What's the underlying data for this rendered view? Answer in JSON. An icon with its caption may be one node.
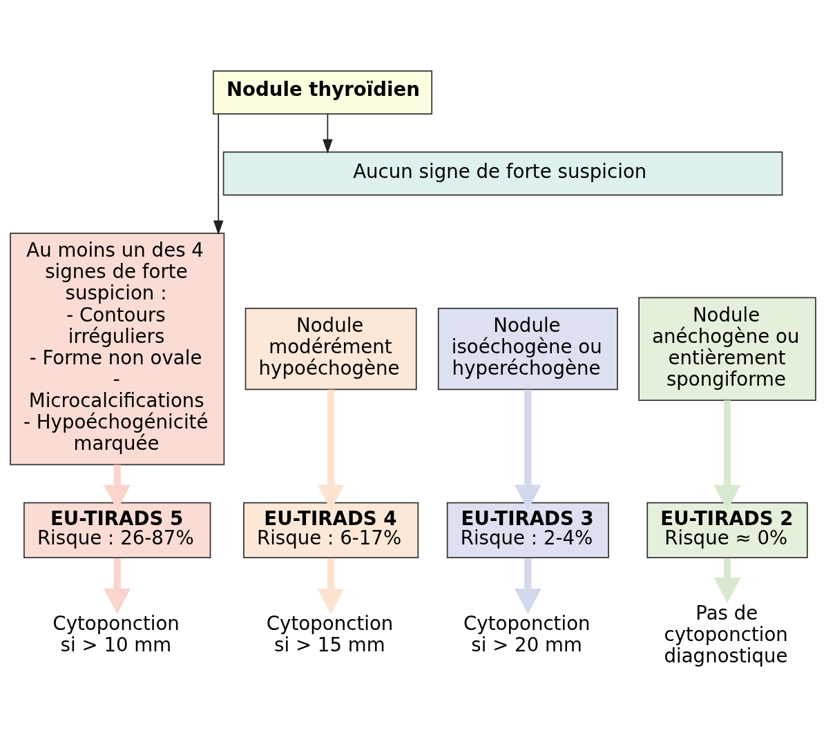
{
  "diagram": {
    "nodes": [
      {
        "text": [
          "Nodule thyroïdien"
        ]
      },
      {
        "text": [
          "Au moins un des 4 signes de forte suspicion :",
          "- Contours irréguliers",
          "- Forme non ovale",
          "- Microcalcifications",
          "- Hypoéchogénicité marquée"
        ]
      },
      {
        "text": [
          "Aucun signe de forte suspicion"
        ]
      },
      {
        "text": [
          "Nodule modérément hypoéchogène"
        ]
      },
      {
        "text": [
          "Nodule isoéchogène ou hyperéchogène"
        ]
      },
      {
        "text": [
          "Nodule anéchogène ou entièrement spongiforme"
        ]
      },
      {
        "text": [
          "EU-TIRADS 5",
          "Risque : 26-87%"
        ]
      },
      {
        "text": [
          "EU-TIRADS 4",
          "Risque : 6-17%"
        ]
      },
      {
        "text": [
          "EU-TIRADS 3",
          "Risque : 2-4%"
        ]
      },
      {
        "text": [
          "EU-TIRADS 2",
          "Risque ≈ 0%"
        ]
      },
      {
        "text": [
          "Cytoponction si > 10 mm"
        ]
      },
      {
        "text": [
          "Cytoponction si > 15 mm"
        ]
      },
      {
        "text": [
          "Cytoponction si > 20 mm"
        ]
      },
      {
        "text": [
          "Pas de cytoponction diagnostique"
        ]
      }
    ],
    "edges": [
      {
        "from": 0,
        "to": 1,
        "arrow": "to"
      },
      {
        "from": 0,
        "to": 2,
        "arrow": "to"
      },
      {
        "from": 1,
        "to": 6,
        "arrow": "to",
        "color": "#f9d5cc"
      },
      {
        "from": 3,
        "to": 7,
        "arrow": "to",
        "color": "#fde3cf"
      },
      {
        "from": 4,
        "to": 8,
        "arrow": "to",
        "color": "#d3d8ec"
      },
      {
        "from": 5,
        "to": 9,
        "arrow": "to",
        "color": "#d8e9cf"
      },
      {
        "from": 6,
        "to": 10,
        "arrow": "to",
        "color": "#f9d5cc"
      },
      {
        "from": 7,
        "to": 11,
        "arrow": "to",
        "color": "#fde3cf"
      },
      {
        "from": 8,
        "to": 12,
        "arrow": "to",
        "color": "#d3d8ec"
      },
      {
        "from": 9,
        "to": 13,
        "arrow": "to",
        "color": "#d8e9cf"
      }
    ]
  }
}
